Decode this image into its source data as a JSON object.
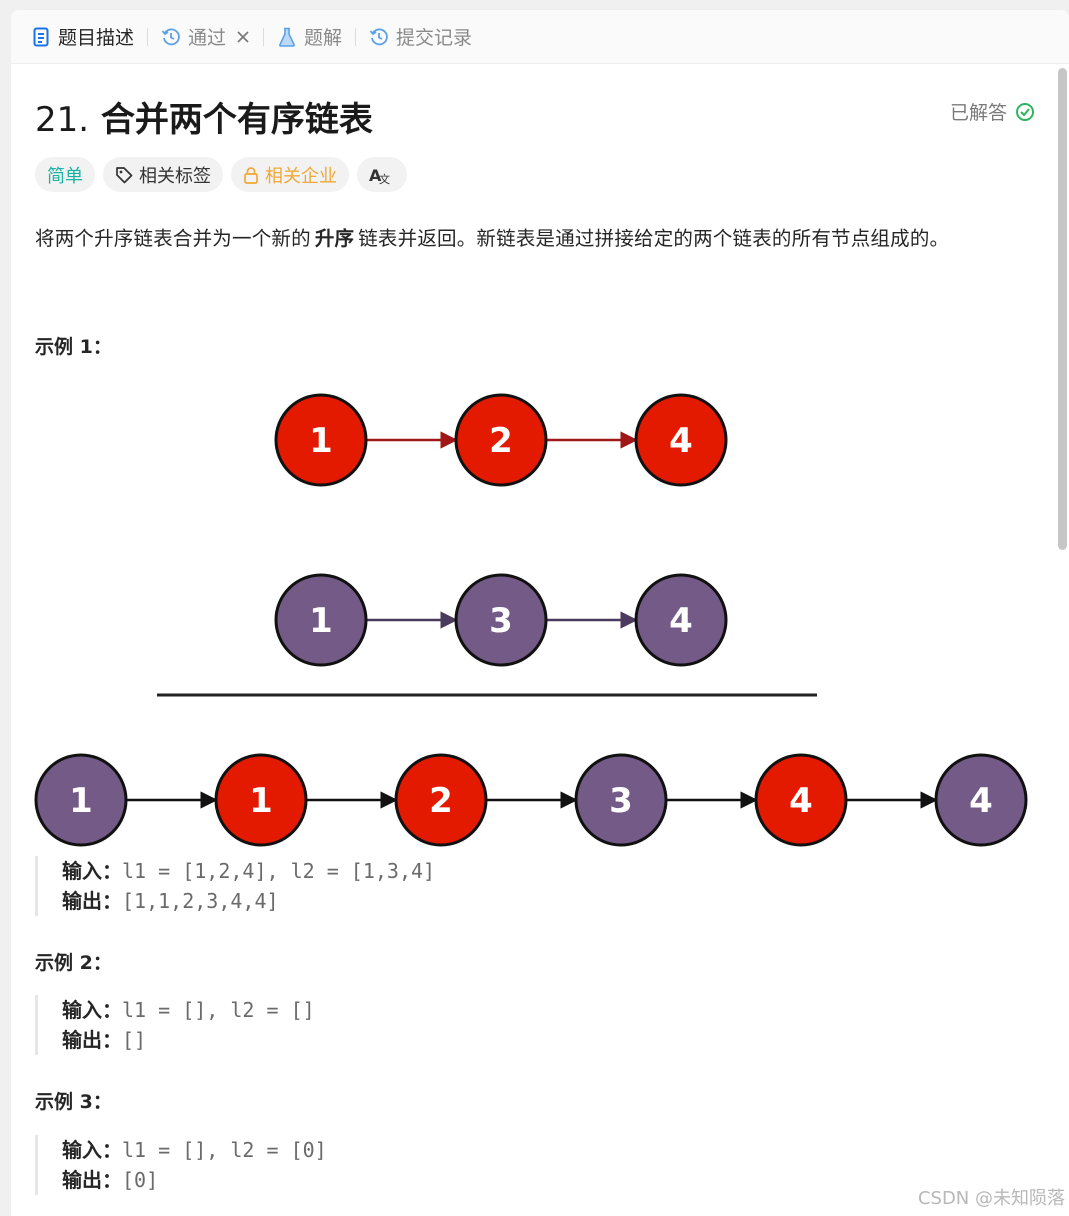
{
  "tabs": [
    {
      "label": "题目描述",
      "icon": "document-icon",
      "active": true
    },
    {
      "label": "通过",
      "icon": "history-icon",
      "active": false,
      "closable": true
    },
    {
      "label": "题解",
      "icon": "flask-icon",
      "active": false
    },
    {
      "label": "提交记录",
      "icon": "history-icon",
      "active": false
    }
  ],
  "problem": {
    "number": "21.",
    "title": "合并两个有序链表",
    "status": "已解答"
  },
  "tags": {
    "difficulty": "简单",
    "related_tags": "相关标签",
    "related_companies": "相关企业",
    "translate_icon": "translate-icon"
  },
  "description": {
    "part1": "将两个升序链表合并为一个新的",
    "bold": "升序",
    "part2": "链表并返回。新链表是通过拼接给定的两个链表的所有节点组成的。"
  },
  "examples": [
    {
      "title": "示例 1：",
      "input_label": "输入：",
      "input": "l1 = [1,2,4], l2 = [1,3,4]",
      "output_label": "输出：",
      "output": "[1,1,2,3,4,4]"
    },
    {
      "title": "示例 2：",
      "input_label": "输入：",
      "input": "l1 = [], l2 = []",
      "output_label": "输出：",
      "output": "[]"
    },
    {
      "title": "示例 3：",
      "input_label": "输入：",
      "input": "l1 = [], l2 = [0]",
      "output_label": "输出：",
      "output": "[0]"
    }
  ],
  "diagram": {
    "list1": [
      "1",
      "2",
      "4"
    ],
    "list2": [
      "1",
      "3",
      "4"
    ],
    "merged": [
      {
        "v": "1",
        "c": "purple"
      },
      {
        "v": "1",
        "c": "red"
      },
      {
        "v": "2",
        "c": "red"
      },
      {
        "v": "3",
        "c": "purple"
      },
      {
        "v": "4",
        "c": "red"
      },
      {
        "v": "4",
        "c": "purple"
      }
    ],
    "colors": {
      "red": "#e31a00",
      "purple": "#745a87",
      "red_arrow": "#a11717",
      "purple_arrow": "#4a3a5e"
    }
  },
  "colors": {
    "easy": "#17b3a3",
    "company": "#f0a836",
    "solved": "#2db55d"
  },
  "watermark": "CSDN @未知陨落"
}
